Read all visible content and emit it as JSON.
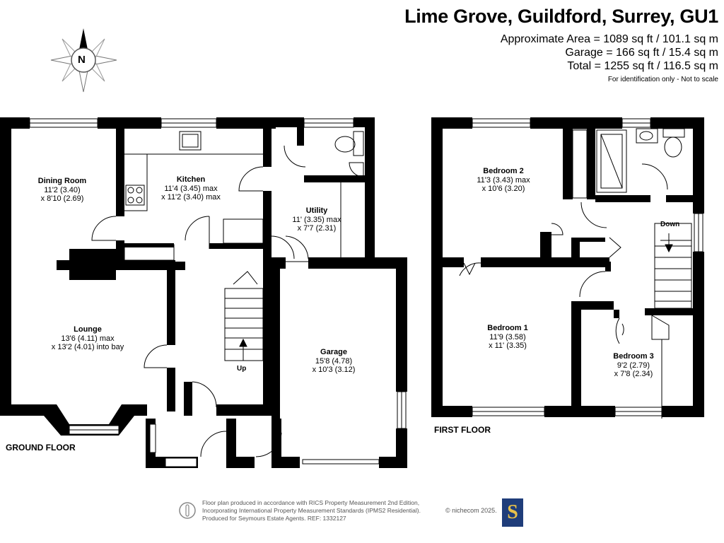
{
  "header": {
    "title": "Lime Grove, Guildford, Surrey, GU1",
    "approx_area": "Approximate Area = 1089 sq ft / 101.1 sq m",
    "garage_area": "Garage = 166 sq ft / 15.4 sq m",
    "total_area": "Total = 1255 sq ft / 116.5 sq m",
    "disclaimer": "For identification only - Not to scale"
  },
  "compass": {
    "letter": "N",
    "icon": "compass-icon"
  },
  "ground_floor": {
    "label": "GROUND FLOOR",
    "stairs_label": "Up",
    "rooms": [
      {
        "name": "Dining Room",
        "dims": [
          "11'2 (3.40)",
          "x 8'10 (2.69)"
        ]
      },
      {
        "name": "Kitchen",
        "dims": [
          "11'4 (3.45) max",
          "x 11'2 (3.40) max"
        ]
      },
      {
        "name": "Utility",
        "dims": [
          "11' (3.35) max",
          "x 7'7 (2.31)"
        ]
      },
      {
        "name": "Lounge",
        "dims": [
          "13'6 (4.11) max",
          "x 13'2 (4.01) into bay"
        ]
      },
      {
        "name": "Garage",
        "dims": [
          "15'8 (4.78)",
          "x 10'3 (3.12)"
        ]
      }
    ]
  },
  "first_floor": {
    "label": "FIRST FLOOR",
    "stairs_label": "Down",
    "rooms": [
      {
        "name": "Bedroom 2",
        "dims": [
          "11'3 (3.43) max",
          "x 10'6 (3.20)"
        ]
      },
      {
        "name": "Bedroom 1",
        "dims": [
          "11'9 (3.58)",
          "x 11' (3.35)"
        ]
      },
      {
        "name": "Bedroom 3",
        "dims": [
          "9'2 (2.79)",
          "x 7'8 (2.34)"
        ]
      }
    ]
  },
  "footer": {
    "lines": [
      "Floor plan produced in accordance with RICS Property Measurement 2nd Edition,",
      "Incorporating International Property Measurement Standards (IPMS2 Residential).",
      "Produced for Seymours Estate Agents.   REF: 1332127"
    ],
    "brand": "© nichecom 2025.",
    "logo_letter": "S",
    "logo_color": "#1f3d7a"
  }
}
